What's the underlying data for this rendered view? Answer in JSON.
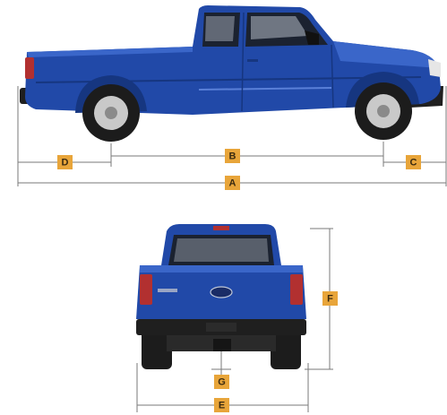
{
  "labels": {
    "a": "A",
    "b": "B",
    "c": "C",
    "d": "D",
    "e": "E",
    "f": "F",
    "g": "G"
  },
  "colors": {
    "truck_body": "#2149a8",
    "truck_body_dark": "#163680",
    "truck_body_light": "#3a66c9",
    "badge_fill": "#e8a53a",
    "dimension_line": "#7a7a7a",
    "tire": "#1c1c1c",
    "rim": "#c9c9c9"
  }
}
